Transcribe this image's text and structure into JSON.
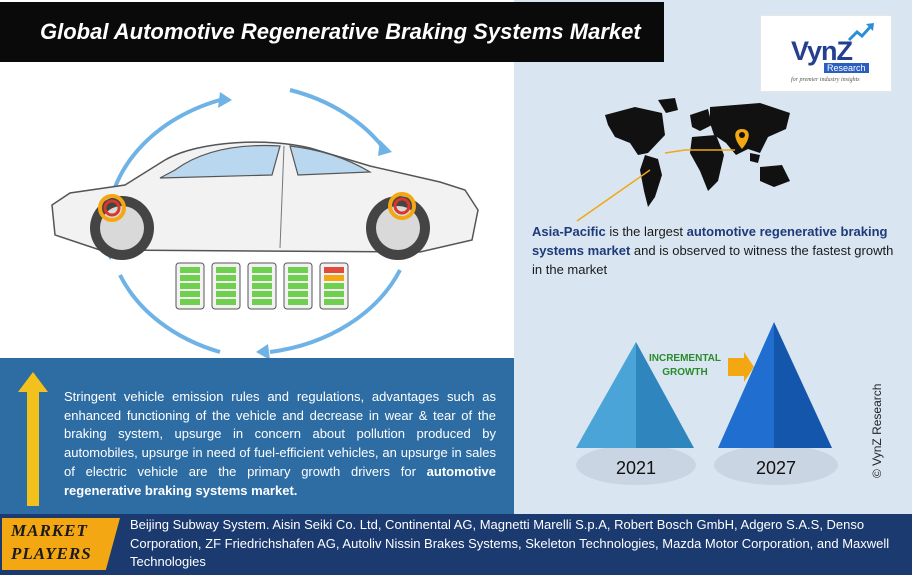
{
  "title": "Global Automotive Regenerative Braking Systems Market",
  "logo": {
    "name": "VynZ",
    "tag": "Research",
    "tagline": "for premier industry insights"
  },
  "asia_pacific": {
    "region": "Asia-Pacific",
    "text_1": " is the largest ",
    "market": "automotive regenerative braking systems market",
    "text_2": " and is observed to witness the fastest growth in the market"
  },
  "growth": {
    "label_line1": "INCREMENTAL",
    "label_line2": "GROWTH",
    "year_start": "2021",
    "year_end": "2027"
  },
  "drivers": {
    "text": "Stringent vehicle emission rules and regulations, advantages such as enhanced functioning of the vehicle and decrease in wear & tear of the braking system, upsurge in concern about pollution produced by automobiles, upsurge in need of fuel-efficient vehicles, an upsurge in sales of electric vehicle are the primary growth drivers for ",
    "highlight": "automotive regenerative braking systems market."
  },
  "players": {
    "label_line1": "MARKET",
    "label_line2": "PLAYERS",
    "text": "Beijing Subway System. Aisin Seiki Co. Ltd, Continental AG, Magnetti Marelli S.p.A, Robert Bosch GmbH, Adgero S.A.S, Denso Corporation, ZF Friedrichshafen AG, Autoliv Nissin Brakes Systems, Skeleton Technologies, Mazda Motor Corporation, and Maxwell Technologies"
  },
  "copyright": "© VynZ Research",
  "colors": {
    "title_bg": "#0a0a0a",
    "panel_blue": "#2e6da4",
    "right_bg": "#d9e6f2",
    "players_bg": "#1b3a70",
    "accent_orange": "#f2a713",
    "battery_green": "#6fcf4f"
  }
}
